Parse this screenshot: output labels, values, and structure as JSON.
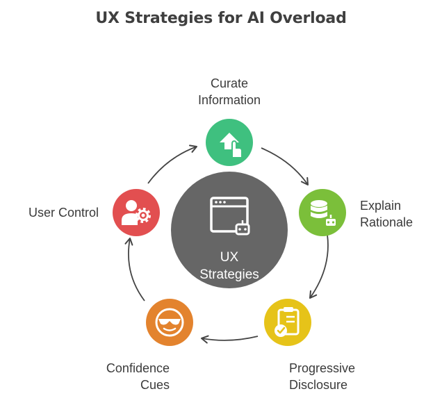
{
  "title": "UX Strategies for AI Overload",
  "center": {
    "line1": "UX",
    "line2": "Strategies",
    "color": "#666666",
    "icon": "app-window-robot-icon"
  },
  "nodes": [
    {
      "key": "curate",
      "line1": "Curate",
      "line2": "Information",
      "color": "#3fc07f",
      "icon": "upload-tap-icon"
    },
    {
      "key": "explain",
      "line1": "Explain",
      "line2": "Rationale",
      "color": "#7bbf3a",
      "icon": "database-robot-icon"
    },
    {
      "key": "progressive",
      "line1": "Progressive",
      "line2": "Disclosure",
      "color": "#e6c319",
      "icon": "clipboard-check-icon"
    },
    {
      "key": "confidence",
      "line1": "Confidence",
      "line2": "Cues",
      "color": "#e3832e",
      "icon": "sunglasses-face-icon"
    },
    {
      "key": "user",
      "line1": "User Control",
      "line2": "",
      "color": "#e24f50",
      "icon": "user-gear-icon"
    }
  ],
  "arrow_color": "#444444"
}
